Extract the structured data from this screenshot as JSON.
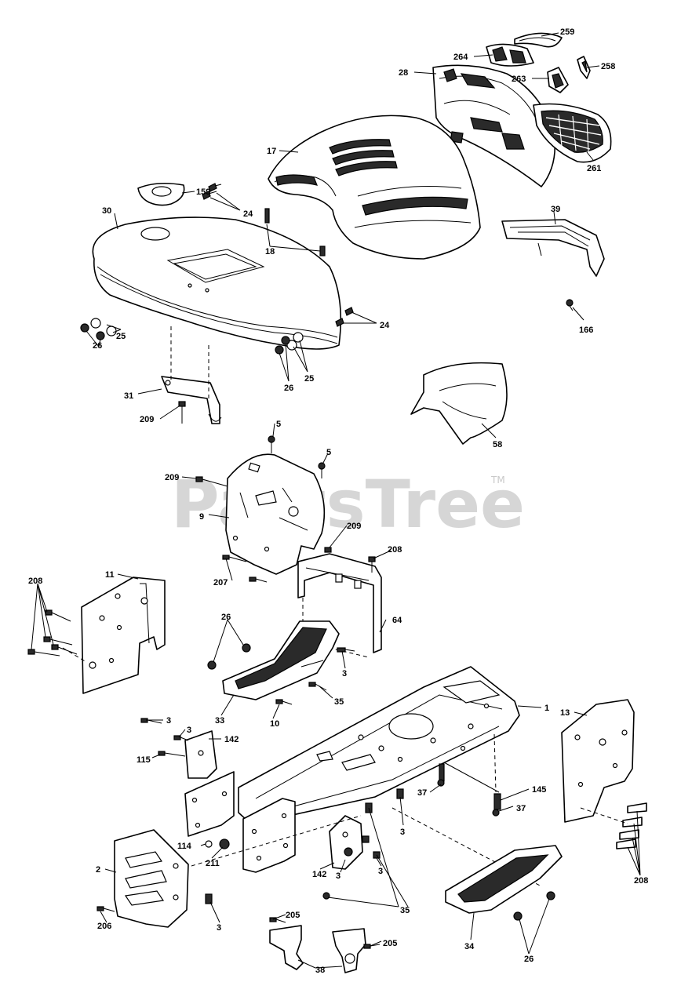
{
  "watermark": {
    "text": "PartsTree",
    "tm": "TM"
  },
  "callouts": {
    "c259": "259",
    "c264": "264",
    "c258": "258",
    "c28": "28",
    "c263": "263",
    "c17": "17",
    "c261": "261",
    "c159": "159",
    "c24a": "24",
    "c30": "30",
    "c18": "18",
    "c39": "39",
    "c24b": "24",
    "c26a": "26",
    "c25a": "25",
    "c26b": "26",
    "c25b": "25",
    "c166": "166",
    "c31": "31",
    "c209a": "209",
    "c58": "58",
    "c5a": "5",
    "c5b": "5",
    "c209b": "209",
    "c9": "9",
    "c209c": "209",
    "c208a": "208",
    "c11": "11",
    "c207": "207",
    "c208b": "208",
    "c64": "64",
    "c26c": "26",
    "c3a": "3",
    "c35a": "35",
    "c33": "33",
    "c10": "10",
    "c1": "1",
    "c13": "13",
    "c3b": "3",
    "c3c": "3",
    "c142a": "142",
    "c115": "115",
    "c145": "145",
    "c37a": "37",
    "c37b": "37",
    "c3d": "3",
    "c114": "114",
    "c211": "211",
    "c2": "2",
    "c142b": "142",
    "c3e": "3",
    "c3f": "3",
    "c208c": "208",
    "c3g": "3",
    "c35b": "35",
    "c206": "206",
    "c205a": "205",
    "c205b": "205",
    "c34": "34",
    "c26d": "26",
    "c38": "38"
  },
  "colors": {
    "line": "#000000",
    "watermark": "#c9c9c9",
    "background": "#ffffff"
  }
}
